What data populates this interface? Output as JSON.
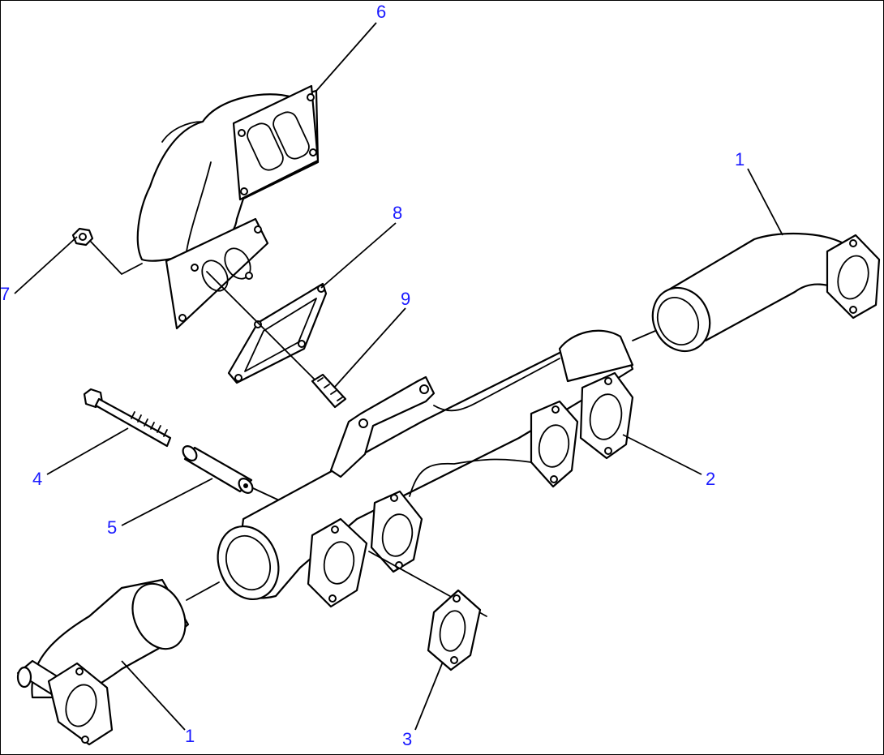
{
  "diagram": {
    "callouts": [
      {
        "id": "c6",
        "text": "6"
      },
      {
        "id": "c1a",
        "text": "1"
      },
      {
        "id": "c8",
        "text": "8"
      },
      {
        "id": "c7",
        "text": "7"
      },
      {
        "id": "c9",
        "text": "9"
      },
      {
        "id": "c4",
        "text": "4"
      },
      {
        "id": "c2",
        "text": "2"
      },
      {
        "id": "c5",
        "text": "5"
      },
      {
        "id": "c1b",
        "text": "1"
      },
      {
        "id": "c3",
        "text": "3"
      }
    ],
    "callout_color": "#1a1aff",
    "line_color": "#000000"
  }
}
